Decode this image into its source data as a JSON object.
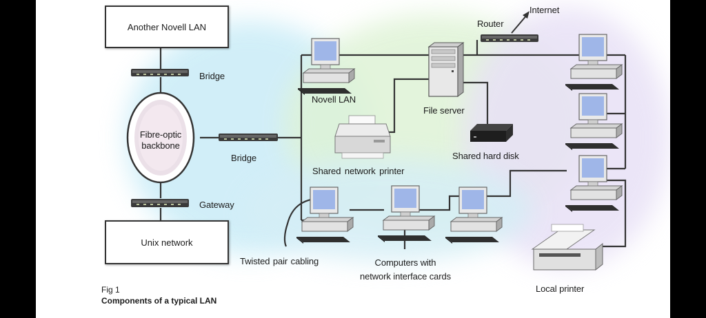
{
  "diagram": {
    "labels": {
      "another_novell_lan": "Another Novell LAN",
      "bridge_top": "Bridge",
      "fibre_optic_line1": "Fibre-optic",
      "fibre_optic_line2": "backbone",
      "bridge_middle": "Bridge",
      "gateway": "Gateway",
      "unix_network": "Unix network",
      "twisted_pair_cabling": "Twisted pair cabling",
      "computers_line1": "Computers with",
      "computers_line2": "network interface cards",
      "novell_lan": "Novell LAN",
      "shared_network_printer": "Shared network printer",
      "file_server": "File server",
      "shared_hard_disk": "Shared hard disk",
      "router": "Router",
      "internet": "Internet",
      "local_printer": "Local printer"
    },
    "caption": {
      "figure": "Fig 1",
      "title": "Components of a typical LAN"
    }
  },
  "colors": {
    "background_wash_blue": "#bfe6f5",
    "background_wash_green": "#d9f2cf",
    "background_wash_purple": "#e6ddf5",
    "cable": "#333333",
    "monitor_screen": "#9fb6e8"
  }
}
